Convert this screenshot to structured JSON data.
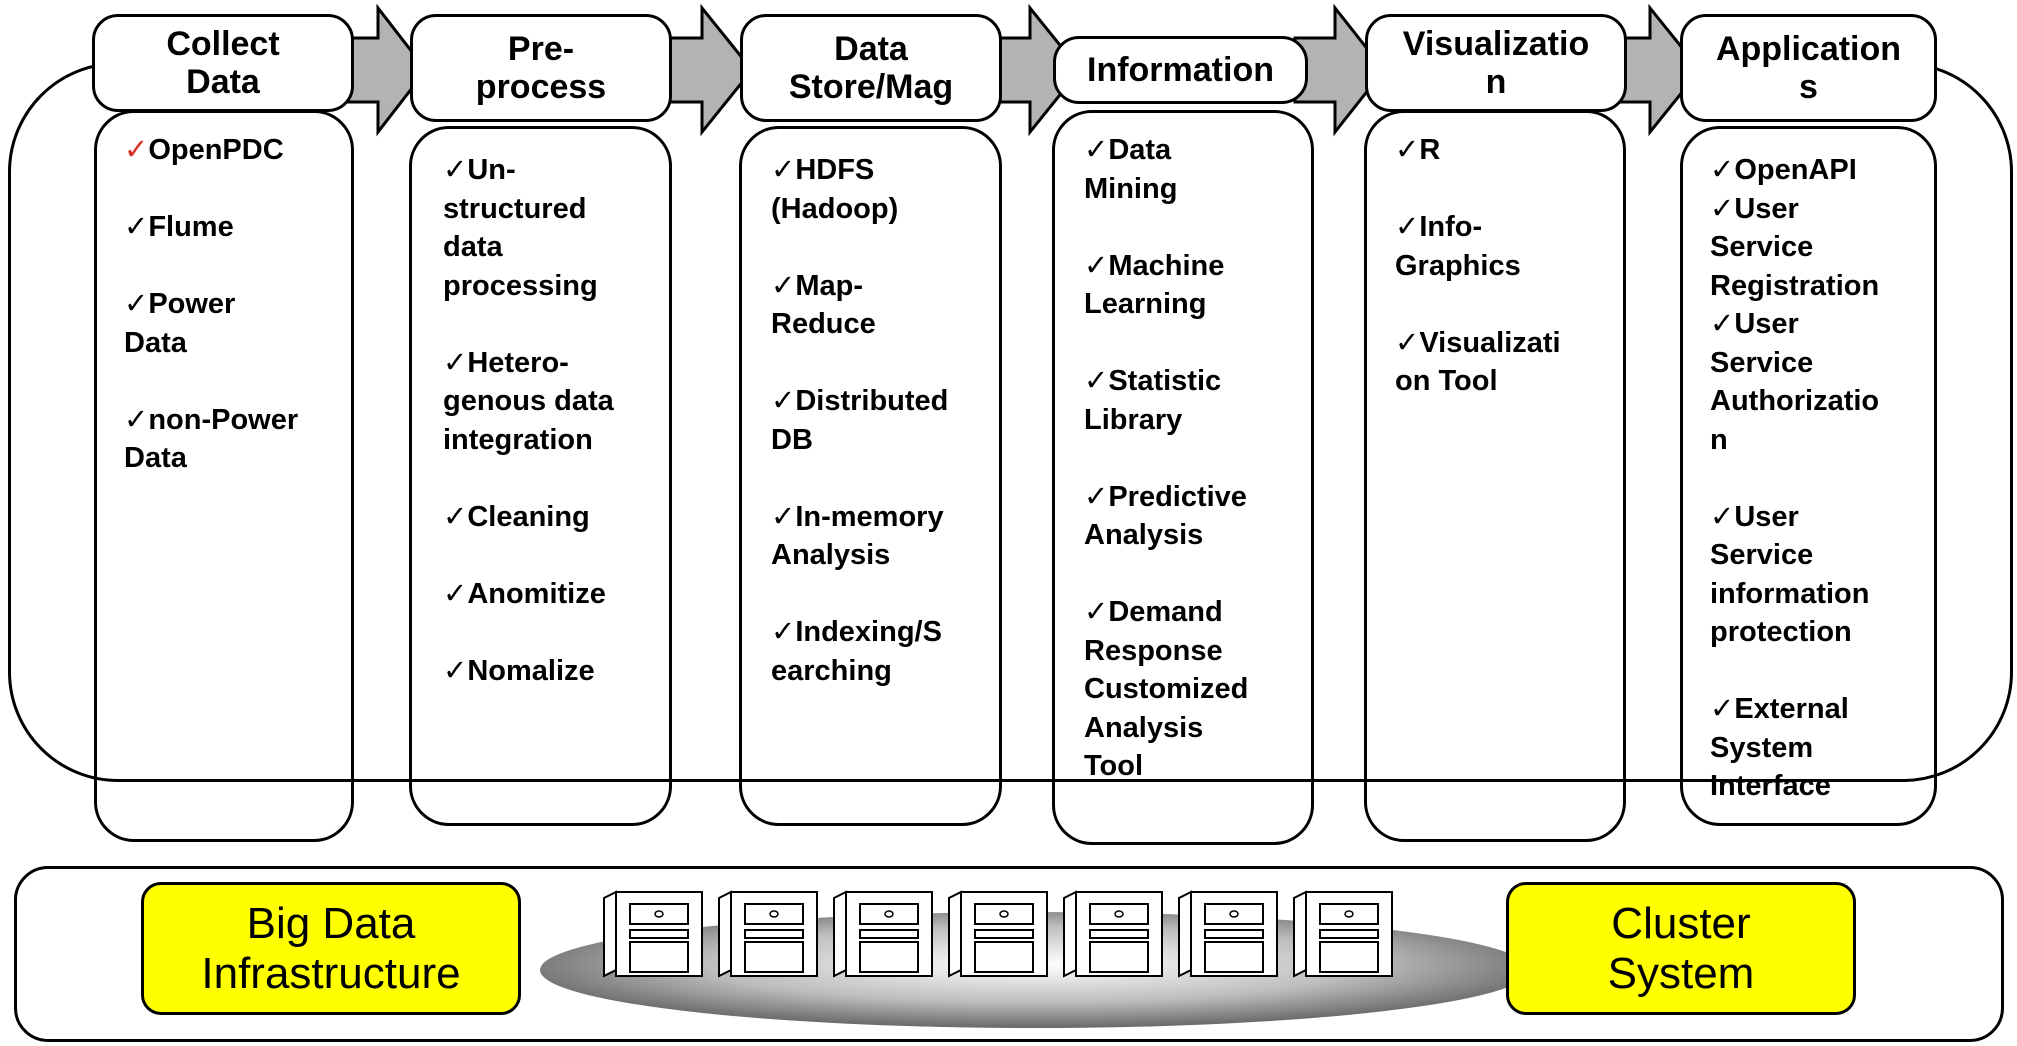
{
  "columns": [
    {
      "header": "Collect\nData",
      "items": [
        {
          "text": "OpenPDC",
          "check_color": "red"
        },
        {
          "text": "Flume"
        },
        {
          "text": "Power\nData"
        },
        {
          "text": "non-Power\nData"
        }
      ]
    },
    {
      "header": "Pre-\nprocess",
      "items": [
        {
          "text": "Un-\nstructured\ndata\nprocessing"
        },
        {
          "text": "Hetero-\ngenous data\nintegration"
        },
        {
          "text": "Cleaning"
        },
        {
          "text": "Anomitize"
        },
        {
          "text": "Nomalize"
        }
      ]
    },
    {
      "header": "Data\nStore/Mag",
      "items": [
        {
          "text": "HDFS\n(Hadoop)"
        },
        {
          "text": "Map-\nReduce"
        },
        {
          "text": "Distributed\nDB"
        },
        {
          "text": "In-memory\nAnalysis"
        },
        {
          "text": "Indexing/S\nearching"
        }
      ]
    },
    {
      "header": "Information",
      "items": [
        {
          "text": "Data\nMining"
        },
        {
          "text": "Machine\nLearning"
        },
        {
          "text": "Statistic\nLibrary"
        },
        {
          "text": "Predictive\nAnalysis"
        },
        {
          "text": "Demand\nResponse\nCustomized\nAnalysis\nTool"
        }
      ]
    },
    {
      "header": "Visualizatio\nn",
      "items": [
        {
          "text": "R"
        },
        {
          "text": "Info-\nGraphics"
        },
        {
          "text": "Visualizati\non Tool"
        }
      ]
    },
    {
      "header": "Application\ns",
      "items": [
        {
          "text": "OpenAPI"
        },
        {
          "text": "User\nService\nRegistration"
        },
        {
          "text": "User\nService\nAuthorizatio\nn"
        },
        {
          "text": "User\nService\ninformation\nprotection"
        },
        {
          "text": "External\nSystem\nInterface"
        }
      ]
    }
  ],
  "check_mark": "✓",
  "infrastructure": {
    "left_label": "Big Data\nInfrastructure",
    "right_label": "Cluster\nSystem",
    "server_count": 7
  },
  "colors": {
    "arrow_fill": "#b3b3b3",
    "label_fill": "#ffff00",
    "red_check": "#d9302c"
  }
}
